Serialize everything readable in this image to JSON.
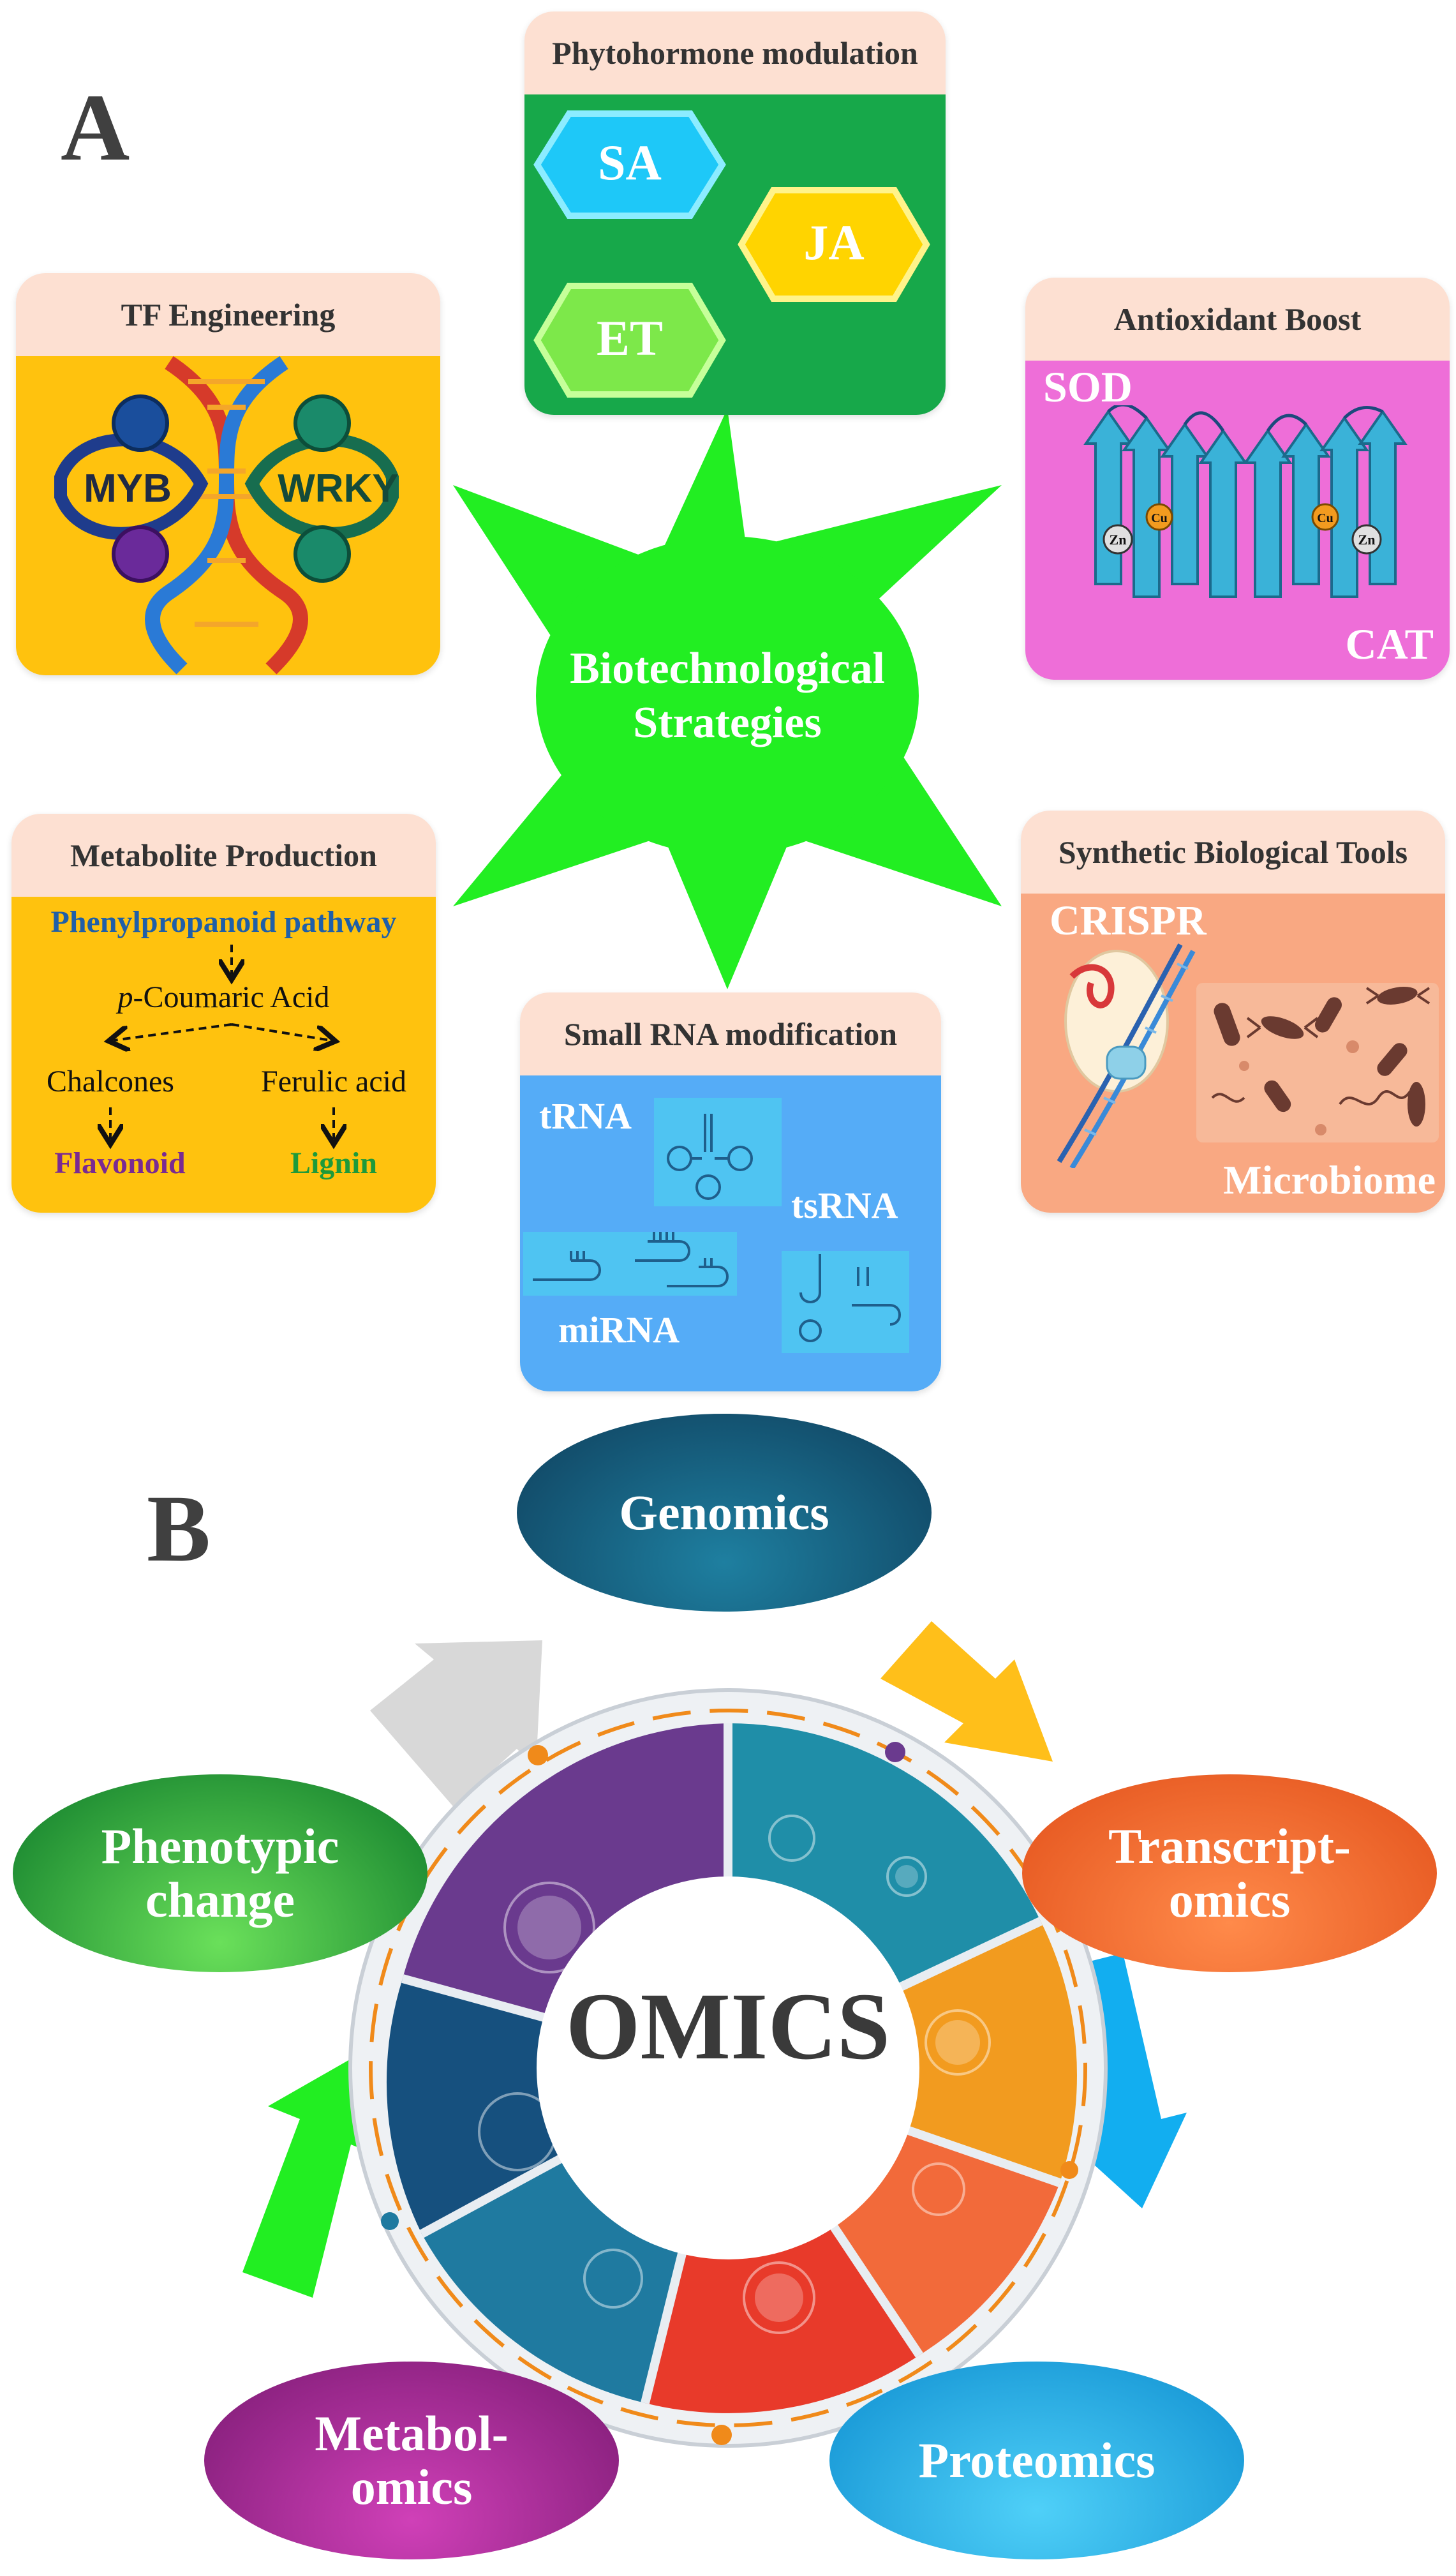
{
  "panel_a": {
    "letter": "A",
    "center": {
      "line1": "Biotechnological",
      "line2": "Strategies"
    },
    "phytohormone": {
      "title": "Phytohormone modulation",
      "hormones": [
        "SA",
        "JA",
        "ET"
      ]
    },
    "tf": {
      "title": "TF Engineering",
      "labels": [
        "MYB",
        "WRKY"
      ]
    },
    "antioxidant": {
      "title": "Antioxidant Boost",
      "sod": "SOD",
      "cat": "CAT",
      "zn": "Zn",
      "cu": "Cu"
    },
    "metabolite": {
      "title": "Metabolite Production",
      "pathway": "Phenylpropanoid pathway",
      "p": "p",
      "coumaric": "-Coumaric Acid",
      "chalcones": "Chalcones",
      "ferulic": "Ferulic acid",
      "flavonoid": "Flavonoid",
      "lignin": "Lignin"
    },
    "synthetic": {
      "title": "Synthetic Biological Tools",
      "crispr": "CRISPR",
      "microbiome": "Microbiome"
    },
    "small_rna": {
      "title": "Small RNA modification",
      "trna": "tRNA",
      "tsrna": "tsRNA",
      "mirna": "miRNA"
    }
  },
  "panel_b": {
    "letter": "B",
    "center": "OMICS",
    "genomics": "Genomics",
    "transcriptomics": {
      "line1": "Transcript-",
      "line2": "omics"
    },
    "proteomics": "Proteomics",
    "metabolomics": {
      "line1": "Metabol-",
      "line2": "omics"
    },
    "phenotypic": {
      "line1": "Phenotypic",
      "line2": "change"
    }
  },
  "colors": {
    "star": "#22ee22",
    "phyto_bg": "#17a84a",
    "tf_bg": "#ffc20e",
    "antioxidant_bg": "#ee6ed8",
    "metabolite_bg": "#ffc20e",
    "synthetic_bg": "#f9a882",
    "small_rna_bg": "#55acf7",
    "box_header": "#fde0d2"
  }
}
